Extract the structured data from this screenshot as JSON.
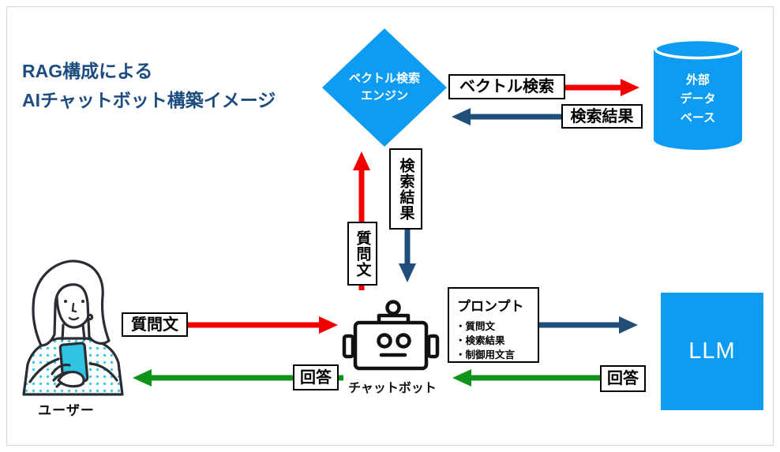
{
  "title": {
    "line1": "RAG構成による",
    "line2": "AIチャットボット構築イメージ"
  },
  "colors": {
    "shape_blue": "#0d9cf2",
    "arrow_red": "#f20000",
    "arrow_navy": "#1f4e79",
    "arrow_green": "#0f9318",
    "title_navy": "#1c4c80",
    "phone_cyan": "#2fc5e2"
  },
  "nodes": {
    "vector_engine": {
      "line1": "ベクトル検索",
      "line2": "エンジン"
    },
    "external_database": {
      "line1": "外部",
      "line2": "データ",
      "line3": "ベース"
    },
    "chatbot": {
      "caption": "チャットボット"
    },
    "user": {
      "caption": "ユーザー"
    },
    "llm": {
      "label": "LLM"
    }
  },
  "flows": {
    "vector_search_label": "ベクトル検索",
    "search_result_top_label": "検索結果",
    "question_up_label": "質問文",
    "search_result_down_label": "検索結果",
    "question_user_label": "質問文",
    "answer_to_user_label": "回答",
    "answer_from_llm_label": "回答"
  },
  "prompt_box": {
    "title": "プロンプト",
    "items": [
      "・質問文",
      "・検索結果",
      "・制御用文言"
    ]
  }
}
